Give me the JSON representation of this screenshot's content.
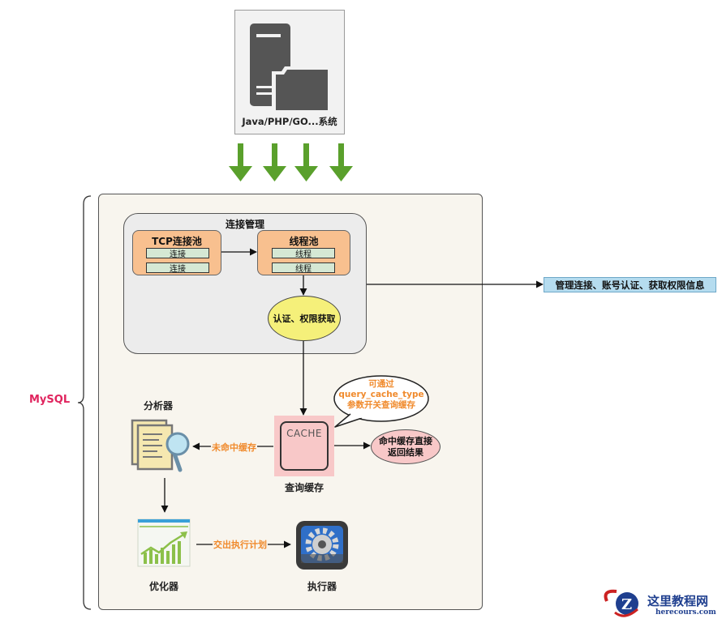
{
  "client": {
    "label": "Java/PHP/GO...系统",
    "icon": "server-folder-icon",
    "arrow_count": 4,
    "arrow_color": "#5aa02c"
  },
  "mysql": {
    "label": "MySQL",
    "label_color": "#e0245e",
    "connection_management": {
      "title": "连接管理",
      "tcp_pool": {
        "title": "TCP连接池",
        "slots": [
          "连接",
          "连接"
        ]
      },
      "thread_pool": {
        "title": "线程池",
        "slots": [
          "线程",
          "线程"
        ]
      },
      "auth": "认证、权限获取"
    },
    "connection_note": "管理连接、账号认证、获取权限信息",
    "query_cache": {
      "box_text": "CACHE",
      "label": "查询缓存",
      "callout_lines": [
        "可通过",
        "query_cache_type",
        "参数开关查询缓存"
      ],
      "hit_result_lines": [
        "命中缓存直接",
        "返回结果"
      ],
      "miss_label": "未命中缓存"
    },
    "analyzer": {
      "label": "分析器",
      "icon": "document-magnifier-icon"
    },
    "optimizer": {
      "label": "优化器",
      "icon": "chart-growth-icon"
    },
    "plan_label": "交出执行计划",
    "executor": {
      "label": "执行器",
      "icon": "gear-icon"
    }
  },
  "colors": {
    "accent_orange": "#f08a2c",
    "pool_fill": "#f8c08f",
    "slot_fill": "#d5e8d4",
    "auth_fill": "#f5f07a",
    "cache_fill": "#f8c8c8",
    "note_fill": "#b5dcef"
  },
  "watermark": {
    "title": "这里教程网",
    "url": "herecours.com"
  }
}
